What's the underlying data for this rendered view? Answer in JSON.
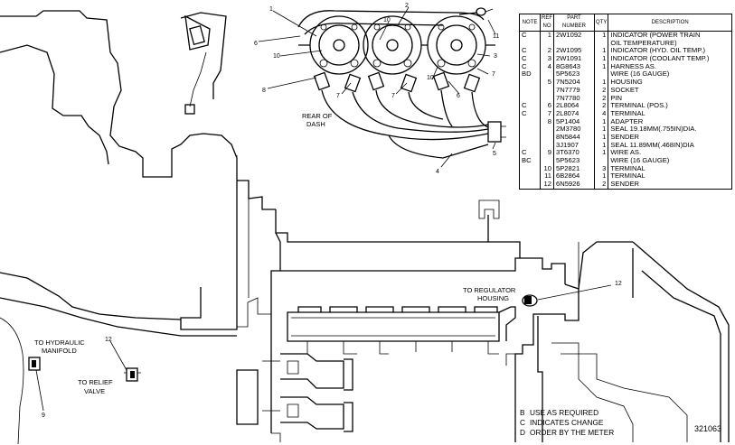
{
  "diagram": {
    "callouts": {
      "rear_of_dash": [
        "REAR OF",
        "DASH"
      ],
      "to_regulator_housing": [
        "TO REGULATOR",
        "HOUSING"
      ],
      "to_hydraulic_manifold": [
        "TO HYDRAULIC",
        "MANIFOLD"
      ],
      "to_relief_valve": [
        "TO RELIEF",
        "VALVE"
      ]
    },
    "ref_numbers": {
      "n1": "1",
      "n2": "2",
      "n3": "3",
      "n4": "4",
      "n5": "5",
      "n6": "6",
      "n7": "7",
      "n8": "8",
      "n9": "9",
      "n10": "10",
      "n11": "11",
      "n12": "12"
    },
    "figure_number": "321063"
  },
  "parts_table": {
    "headers": [
      "NOTE",
      "REF NO",
      "PART NUMBER",
      "QTY",
      "DESCRIPTION"
    ],
    "rows": [
      [
        "C",
        "1",
        "2W1092",
        "1",
        "INDICATOR (POWER TRAIN"
      ],
      [
        "",
        "",
        "",
        "",
        "  OIL TEMPERATURE)"
      ],
      [
        "C",
        "2",
        "2W1095",
        "1",
        "INDICATOR (HYD. OIL TEMP.)"
      ],
      [
        "C",
        "3",
        "2W1091",
        "1",
        "INDICATOR (COOLANT TEMP.)"
      ],
      [
        "C",
        "4",
        "8G8643",
        "1",
        "HARNESS AS."
      ],
      [
        "BD",
        "",
        "5P5623",
        "",
        "  WIRE (16 GAUGE)"
      ],
      [
        "",
        "5",
        "7N5204",
        "1",
        "  HOUSING"
      ],
      [
        "",
        "",
        "7N7779",
        "2",
        "  SOCKET"
      ],
      [
        "",
        "",
        "7N7780",
        "2",
        "  PIN"
      ],
      [
        "C",
        "6",
        "2L8064",
        "2",
        "  TERMINAL (POS.)"
      ],
      [
        "C",
        "7",
        "2L8074",
        "4",
        "  TERMINAL"
      ],
      [
        "",
        "8",
        "5P1404",
        "1",
        "ADAPTER"
      ],
      [
        "",
        "",
        "2M3780",
        "1",
        "SEAL 19.18MM(.755IN)DIA."
      ],
      [
        "",
        "",
        "8N5844",
        "1",
        "SENDER"
      ],
      [
        "",
        "",
        "3J1907",
        "1",
        "SEAL 11.89MM(.468IN)DIA"
      ],
      [
        "C",
        "9",
        "3T6370",
        "1",
        "WIRE AS."
      ],
      [
        "BC",
        "",
        "5P5623",
        "",
        "  WIRE (16 GAUGE)"
      ],
      [
        "",
        "10",
        "5P2821",
        "3",
        "  TERMINAL"
      ],
      [
        "",
        "11",
        "6B2864",
        "1",
        "  TERMINAL"
      ],
      [
        "",
        "12",
        "6N5926",
        "2",
        "SENDER"
      ]
    ]
  },
  "legend": [
    {
      "code": "B",
      "text": "USE AS REQUIRED"
    },
    {
      "code": "C",
      "text": "INDICATES CHANGE"
    },
    {
      "code": "D",
      "text": "ORDER BY THE METER"
    }
  ]
}
